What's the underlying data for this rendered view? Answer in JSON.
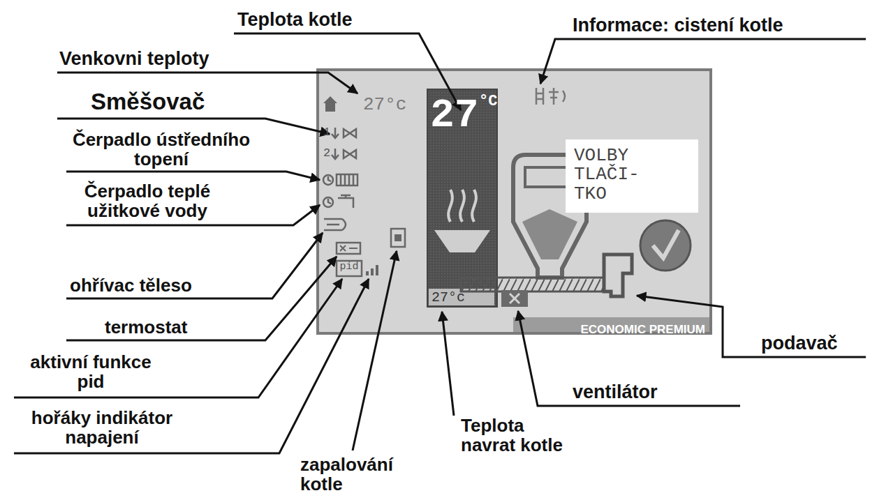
{
  "diagram": {
    "nodes": [
      {
        "text": [
          "27°c",
          "ECONOMIC PREMIUM"
        ]
      },
      {
        "text": [
          "27",
          "°C",
          "27°c"
        ],
        "in": 0
      },
      {
        "text": [
          "VOLBY TLAČI- TKO"
        ],
        "in": 0
      }
    ],
    "labels": [
      "Teplota kotle",
      "Informace: cistení kotle",
      "Venkovni teploty",
      "Směšovač",
      "Čerpadlo ústředního topení",
      "Čerpadlo teplé užitkové vody",
      "ohřívac těleso",
      "termostat",
      "aktivní funkce pid",
      "hořáky indikátor napajení",
      "zapalování kotle",
      "Teplota navrat kotle",
      "ventilátor",
      "podavač",
      "1",
      "2",
      "pid"
    ]
  }
}
